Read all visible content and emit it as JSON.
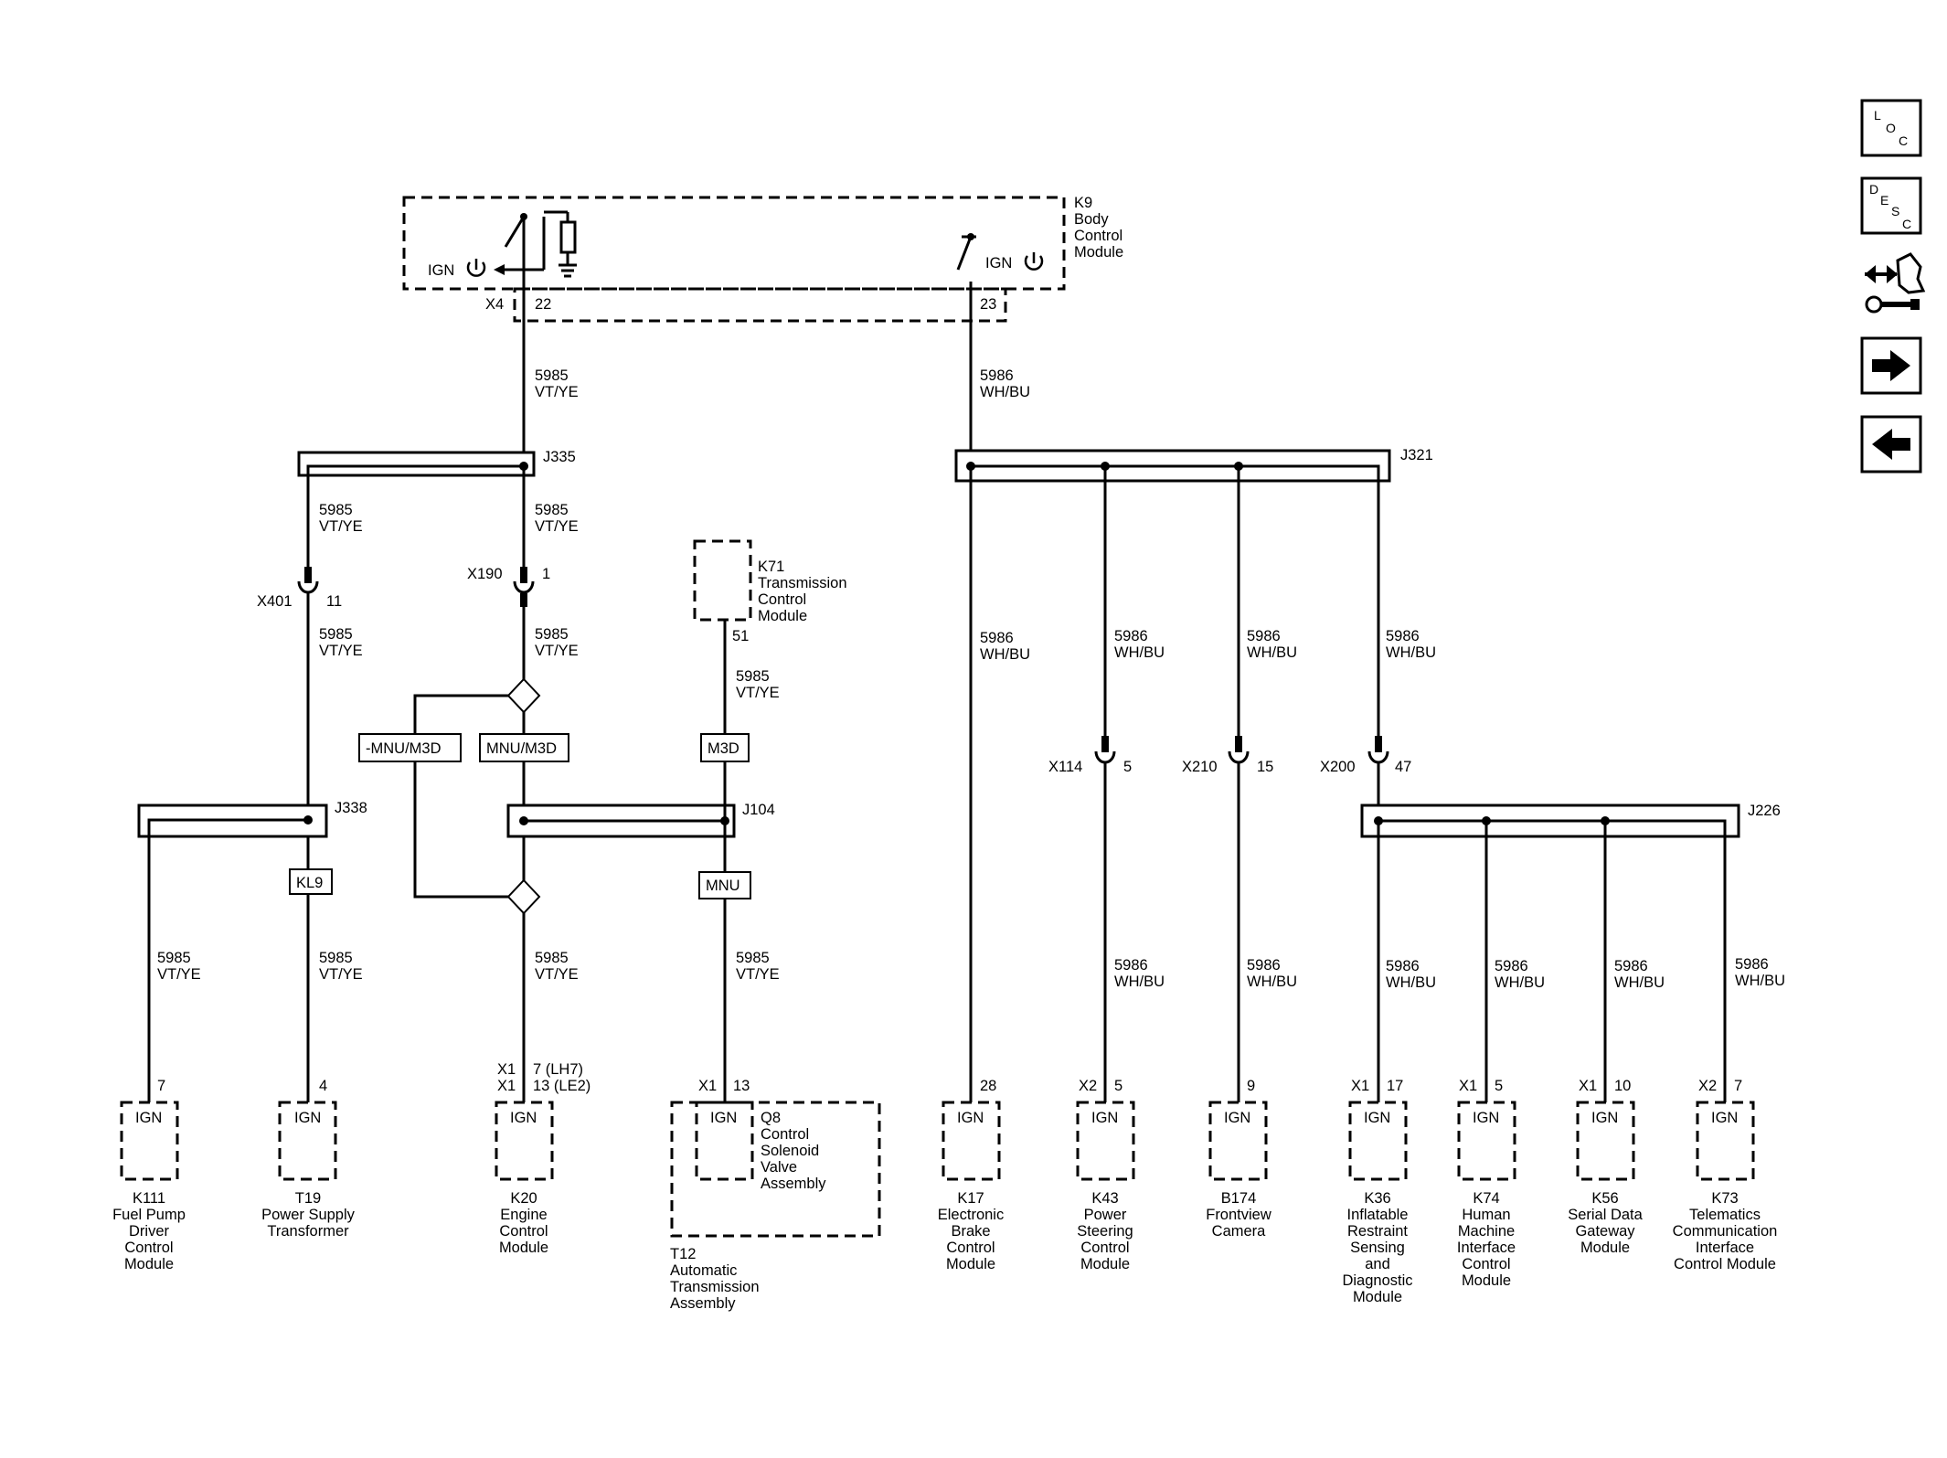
{
  "modules": {
    "k9": {
      "ref": "K9",
      "l1": "Body",
      "l2": "Control",
      "l3": "Module",
      "ign_left": "IGN",
      "ign_right": "IGN",
      "conn": "X4",
      "pin_left": "22",
      "pin_right": "23"
    },
    "k71": {
      "ref": "K71",
      "l1": "Transmission",
      "l2": "Control",
      "l3": "Module",
      "pin": "51"
    },
    "k111": {
      "pin": "7",
      "ign": "IGN",
      "ref": "K111",
      "l1": "Fuel Pump",
      "l2": "Driver",
      "l3": "Control",
      "l4": "Module"
    },
    "t19": {
      "pin": "4",
      "ign": "IGN",
      "ref": "T19",
      "l1": "Power Supply",
      "l2": "Transformer"
    },
    "k20": {
      "conn1": "X1",
      "conn2": "X1",
      "pin1": "7 (LH7)",
      "pin2": "13 (LE2)",
      "ign": "IGN",
      "ref": "K20",
      "l1": "Engine",
      "l2": "Control",
      "l3": "Module"
    },
    "q8": {
      "conn": "X1",
      "pin": "13",
      "ign": "IGN",
      "ref": "Q8",
      "l1": "Control",
      "l2": "Solenoid",
      "l3": "Valve",
      "l4": "Assembly"
    },
    "t12": {
      "ref": "T12",
      "l1": "Automatic",
      "l2": "Transmission",
      "l3": "Assembly"
    },
    "k17": {
      "pin": "28",
      "ign": "IGN",
      "ref": "K17",
      "l1": "Electronic",
      "l2": "Brake",
      "l3": "Control",
      "l4": "Module"
    },
    "k43": {
      "conn": "X2",
      "pin": "5",
      "ign": "IGN",
      "ref": "K43",
      "l1": "Power",
      "l2": "Steering",
      "l3": "Control",
      "l4": "Module"
    },
    "b174": {
      "pin": "9",
      "ign": "IGN",
      "ref": "B174",
      "l1": "Frontview",
      "l2": "Camera"
    },
    "k36": {
      "conn": "X1",
      "pin": "17",
      "ign": "IGN",
      "ref": "K36",
      "l1": "Inflatable",
      "l2": "Restraint",
      "l3": "Sensing",
      "l4": "and",
      "l5": "Diagnostic",
      "l6": "Module"
    },
    "k74": {
      "conn": "X1",
      "pin": "5",
      "ign": "IGN",
      "ref": "K74",
      "l1": "Human",
      "l2": "Machine",
      "l3": "Interface",
      "l4": "Control",
      "l5": "Module"
    },
    "k56": {
      "conn": "X1",
      "pin": "10",
      "ign": "IGN",
      "ref": "K56",
      "l1": "Serial Data",
      "l2": "Gateway",
      "l3": "Module"
    },
    "k73": {
      "conn": "X2",
      "pin": "7",
      "ign": "IGN",
      "ref": "K73",
      "l1": "Telematics",
      "l2": "Communication",
      "l3": "Interface",
      "l4": "Control Module"
    }
  },
  "splices": {
    "j335": "J335",
    "j321": "J321",
    "j338": "J338",
    "j104": "J104",
    "j226": "J226"
  },
  "inlines": {
    "x401": {
      "name": "X401",
      "pin": "11"
    },
    "x190": {
      "name": "X190",
      "pin": "1"
    },
    "x114": {
      "name": "X114",
      "pin": "5"
    },
    "x210": {
      "name": "X210",
      "pin": "15"
    },
    "x200": {
      "name": "X200",
      "pin": "47"
    }
  },
  "options": {
    "neg_mnu_m3d": "-MNU/M3D",
    "mnu_m3d": "MNU/M3D",
    "m3d": "M3D",
    "kl9": "KL9",
    "mnu": "MNU"
  },
  "circuits": {
    "vt": {
      "num": "5985",
      "color": "VT/YE"
    },
    "wh": {
      "num": "5986",
      "color": "WH/BU"
    }
  },
  "nav": {
    "loc": {
      "c1": "L",
      "c2": "O",
      "c3": "C"
    },
    "desc": {
      "c1": "D",
      "c2": "E",
      "c3": "S",
      "c4": "C"
    }
  }
}
